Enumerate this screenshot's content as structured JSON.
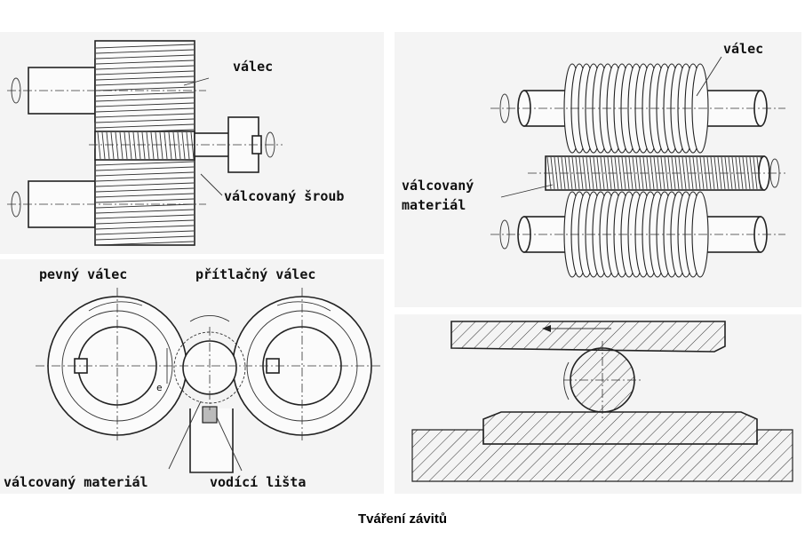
{
  "panels": {
    "top_left": {
      "label_roll": "válec",
      "label_screw": "válcovaný šroub"
    },
    "top_right": {
      "label_roll": "válec",
      "label_material_line1": "válcovaný",
      "label_material_line2": "materiál"
    },
    "bottom_left": {
      "label_fixed_roll": "pevný válec",
      "label_pressure_roll": "přítlačný válec",
      "label_e": "e",
      "label_material": "válcovaný materiál",
      "label_guide": "vodící lišta"
    },
    "bottom_right": {}
  },
  "caption": "Tváření závitů"
}
